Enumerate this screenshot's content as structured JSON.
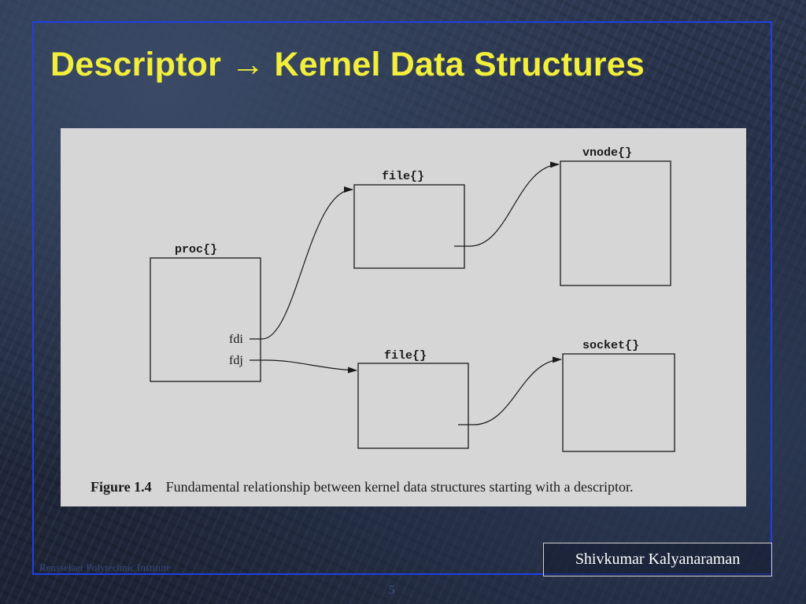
{
  "slide": {
    "title": "Descriptor → Kernel Data Structures",
    "author": "Shivkumar Kalyanaraman",
    "institute": "Rensselaer Polytechnic Institute",
    "page_number": "5"
  },
  "figure": {
    "structures": {
      "proc": "proc{}",
      "file_top": "file{}",
      "file_bottom": "file{}",
      "vnode": "vnode{}",
      "socket": "socket{}"
    },
    "descriptors": [
      "fdi",
      "fdj"
    ],
    "caption_number": "Figure 1.4",
    "caption_text": "Fundamental relationship between kernel data structures starting with a descriptor."
  },
  "colors": {
    "title": "#f2ee3c",
    "frame": "#1f3fe6",
    "figure_background": "#d6d6d6"
  }
}
